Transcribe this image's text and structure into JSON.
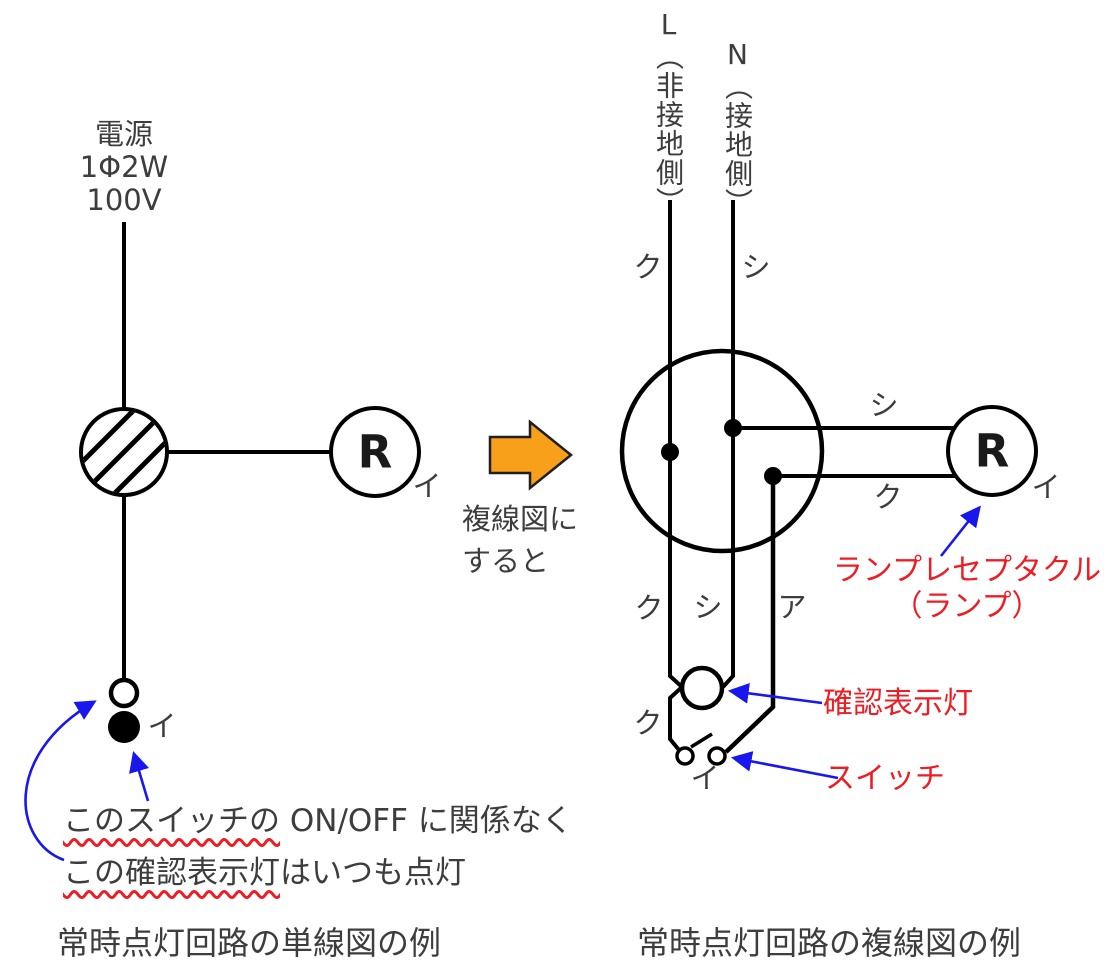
{
  "colors": {
    "wire": "#000000",
    "text": "#3d3d3d",
    "annotation_red": "#ee1c23",
    "arrow_blue": "#1717ee",
    "big_arrow_orange": "#f9a01b"
  },
  "left": {
    "power_lines": [
      "電源",
      "1Φ2W",
      "100V"
    ],
    "lamp_letter": "R",
    "lamp_tag": "イ",
    "switch_tag": "イ",
    "note": {
      "line1_underlined": "このスイッチの",
      "line1_rest": " ON/OFF に関係なく",
      "line2_underlined": "この確認表示灯",
      "line2_rest": "はいつも点灯"
    },
    "caption": "常時点灯回路の単線図の例"
  },
  "middle": {
    "arrow_caption_line1": "複線図に",
    "arrow_caption_line2": "すると"
  },
  "right": {
    "l_label": "L（非接地側）",
    "n_label": "N（接地側）",
    "labels": {
      "top_left": "ク",
      "top_right": "シ",
      "to_lamp_upper": "シ",
      "to_lamp_lower": "ク",
      "mid_left": "ク",
      "mid_center": "シ",
      "mid_right": "ア",
      "low_left": "ク",
      "switch_tag": "イ",
      "lamp_tag": "イ"
    },
    "lamp_letter": "R",
    "annotations": {
      "lamp_line1": "ランプレセプタクル",
      "lamp_line2": "（ランプ）",
      "pilot": "確認表示灯",
      "switch": "スイッチ"
    },
    "caption": "常時点灯回路の複線図の例"
  }
}
